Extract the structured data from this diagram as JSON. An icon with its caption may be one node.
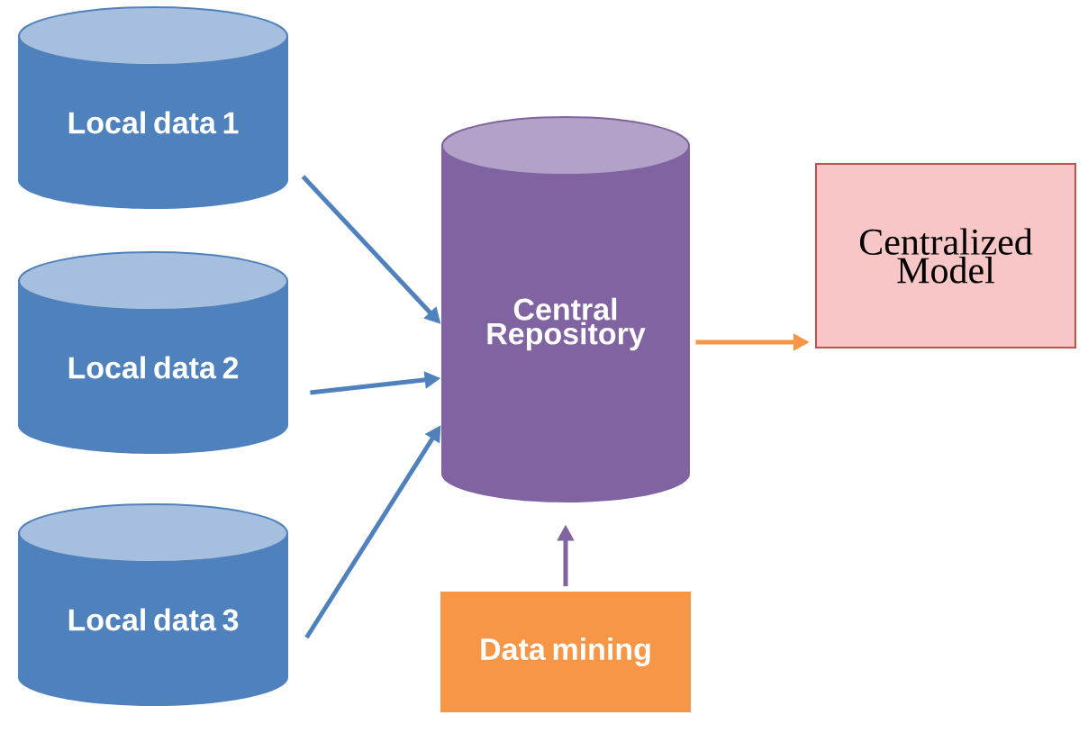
{
  "diagram": {
    "nodes": [
      {
        "text": [
          "Local data 1"
        ]
      },
      {
        "text": [
          "Local data 2"
        ]
      },
      {
        "text": [
          "Local data 3"
        ]
      },
      {
        "text": [
          "Central Repository"
        ]
      },
      {
        "text": [
          "Centralized Model"
        ]
      },
      {
        "text": [
          "Data mining"
        ]
      }
    ],
    "edges": [
      {
        "from": 0,
        "to": 3,
        "arrow": "to"
      },
      {
        "from": 1,
        "to": 3,
        "arrow": "to"
      },
      {
        "from": 2,
        "to": 3,
        "arrow": "to"
      },
      {
        "from": 3,
        "to": 4,
        "arrow": "to",
        "color": "#f79646"
      },
      {
        "from": 5,
        "to": 3,
        "arrow": "to",
        "color": "#8064a2"
      }
    ]
  }
}
